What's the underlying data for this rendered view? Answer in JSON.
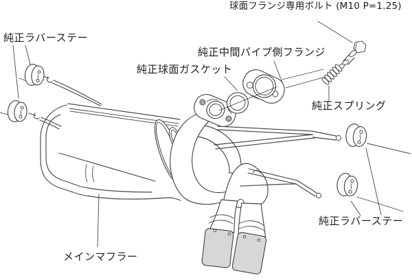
{
  "diagram": {
    "kind": "exhaust-system-installation-line-drawing",
    "labels": {
      "flange_bolt": "球面フランジ専用ボルト (M10 P=1.25)",
      "rubber_stay_left": "純正ラバーステー",
      "mid_pipe_flange": "純正中間パイプ側フランジ",
      "spherical_gasket": "純正球面ガスケット",
      "spring": "純正スプリング",
      "rubber_stay_right": "純正ラバーステー",
      "main_muffler": "メインマフラー"
    },
    "colors": {
      "background": "#ffffff",
      "line": "#454545",
      "label_text": "#1d1d1d",
      "tip_fill": "#d7d7d7"
    }
  }
}
